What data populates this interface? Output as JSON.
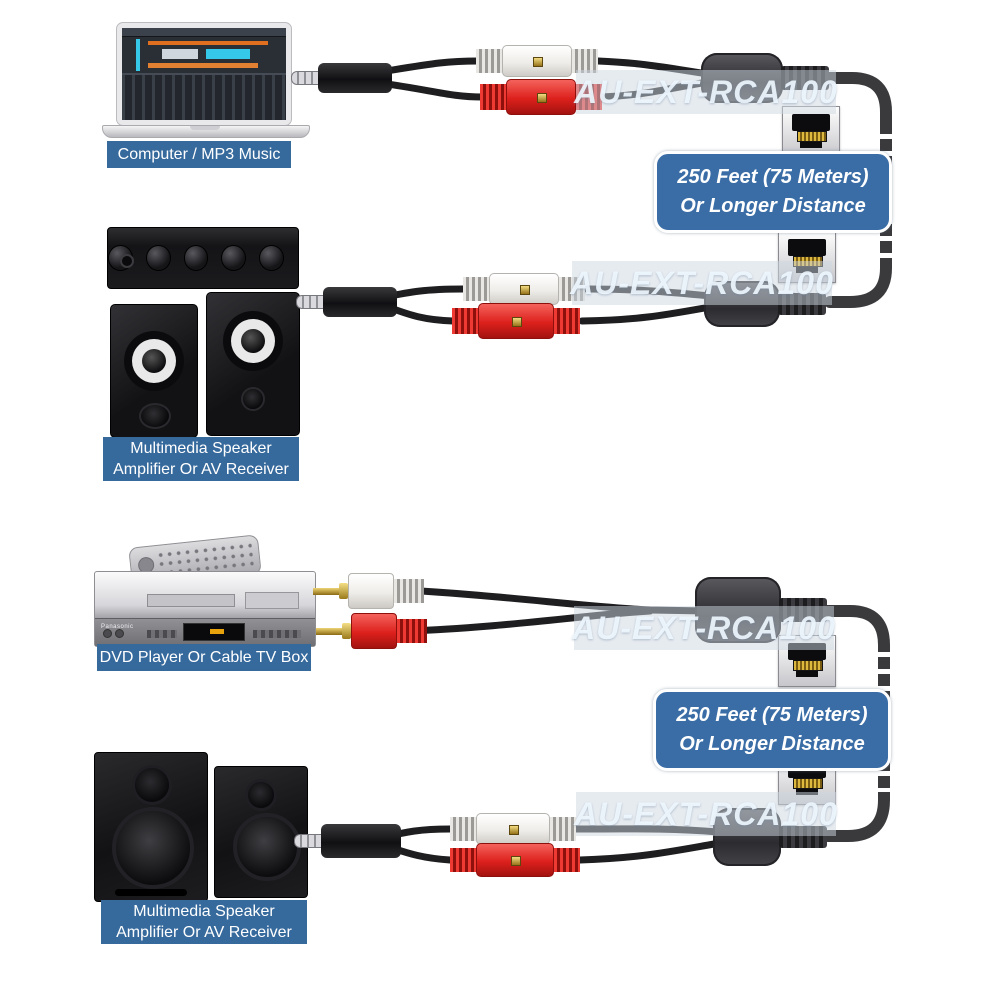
{
  "watermark": {
    "text": "AU-EXT-RCA100"
  },
  "badge": {
    "line1": "250 Feet (75 Meters)",
    "line2": "Or Longer Distance"
  },
  "labels": {
    "computer": "Computer / MP3 Music",
    "speaker_line1": "Multimedia Speaker",
    "speaker_line2": "Amplifier Or AV Receiver",
    "dvd": "DVD Player Or Cable TV Box",
    "dvd_brand": "Panasonic"
  },
  "icons": {
    "rj45": "rj45-port-icon",
    "mini_jack": "mini-jack-plug-icon",
    "rca_coupler_white": "rca-coupler-white-icon",
    "rca_coupler_red": "rca-coupler-red-icon",
    "rca_plug_white": "rca-plug-white-icon",
    "rca_plug_red": "rca-plug-red-icon",
    "ferrite": "ferrite-bead-icon"
  },
  "colors": {
    "label_bg": "#36699c",
    "badge_bg": "#3a6da6",
    "rca_red": "#dd201c",
    "rca_white": "#efede9",
    "cable_thin": "#1e1e20",
    "cable_trunk": "#3a3a3d",
    "gold": "#c9a227",
    "watermark_text": "#f0f8ff"
  }
}
